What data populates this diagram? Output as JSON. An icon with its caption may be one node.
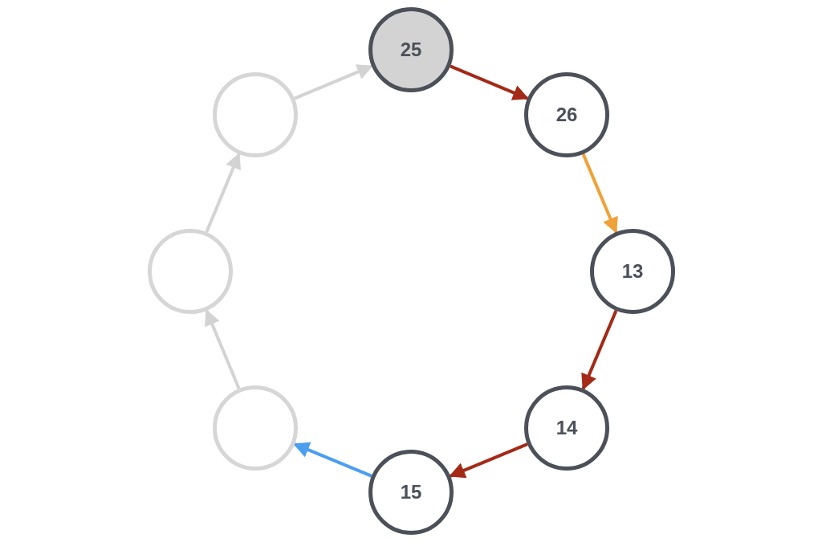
{
  "diagram": {
    "nodes": [
      {
        "text": [
          "25"
        ]
      },
      {
        "text": [
          "26"
        ]
      },
      {
        "text": [
          "13"
        ]
      },
      {
        "text": [
          "14"
        ]
      },
      {
        "text": [
          "15"
        ]
      },
      {
        "text": [],
        "shape": "circle"
      },
      {
        "text": [],
        "shape": "circle"
      },
      {
        "text": [],
        "shape": "circle"
      }
    ],
    "edges": [
      {
        "from": 0,
        "to": 1,
        "arrow": "to",
        "color": "#a32a17"
      },
      {
        "from": 1,
        "to": 2,
        "arrow": "to",
        "color": "#f0a137"
      },
      {
        "from": 2,
        "to": 3,
        "arrow": "to",
        "color": "#a32a17"
      },
      {
        "from": 3,
        "to": 4,
        "arrow": "to",
        "color": "#a32a17"
      },
      {
        "from": 4,
        "to": 7,
        "arrow": "to",
        "color": "#4a9ff0"
      },
      {
        "from": 7,
        "to": 6,
        "arrow": "to",
        "color": "#d3d3d3"
      },
      {
        "from": 6,
        "to": 5,
        "arrow": "to",
        "color": "#d3d3d3"
      },
      {
        "from": 5,
        "to": 0,
        "arrow": "to",
        "color": "#d3d3d3"
      }
    ]
  }
}
